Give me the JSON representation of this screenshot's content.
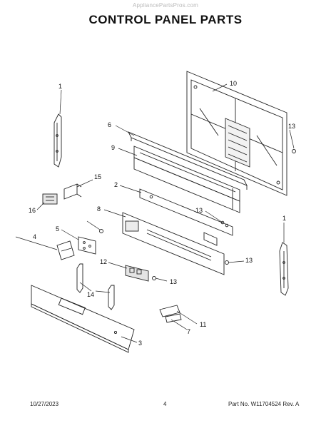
{
  "header": {
    "watermark": "AppliancePartsPros.com",
    "title": "CONTROL PANEL PARTS"
  },
  "footer": {
    "date": "10/27/2023",
    "page_number": "4",
    "part_info": "Part No. W11704524  Rev. A"
  },
  "diagram": {
    "callouts": [
      "1",
      "10",
      "6",
      "9",
      "13",
      "2",
      "15",
      "8",
      "16",
      "13",
      "5",
      "4",
      "1",
      "12",
      "13",
      "13",
      "14",
      "11",
      "7",
      "3"
    ]
  }
}
